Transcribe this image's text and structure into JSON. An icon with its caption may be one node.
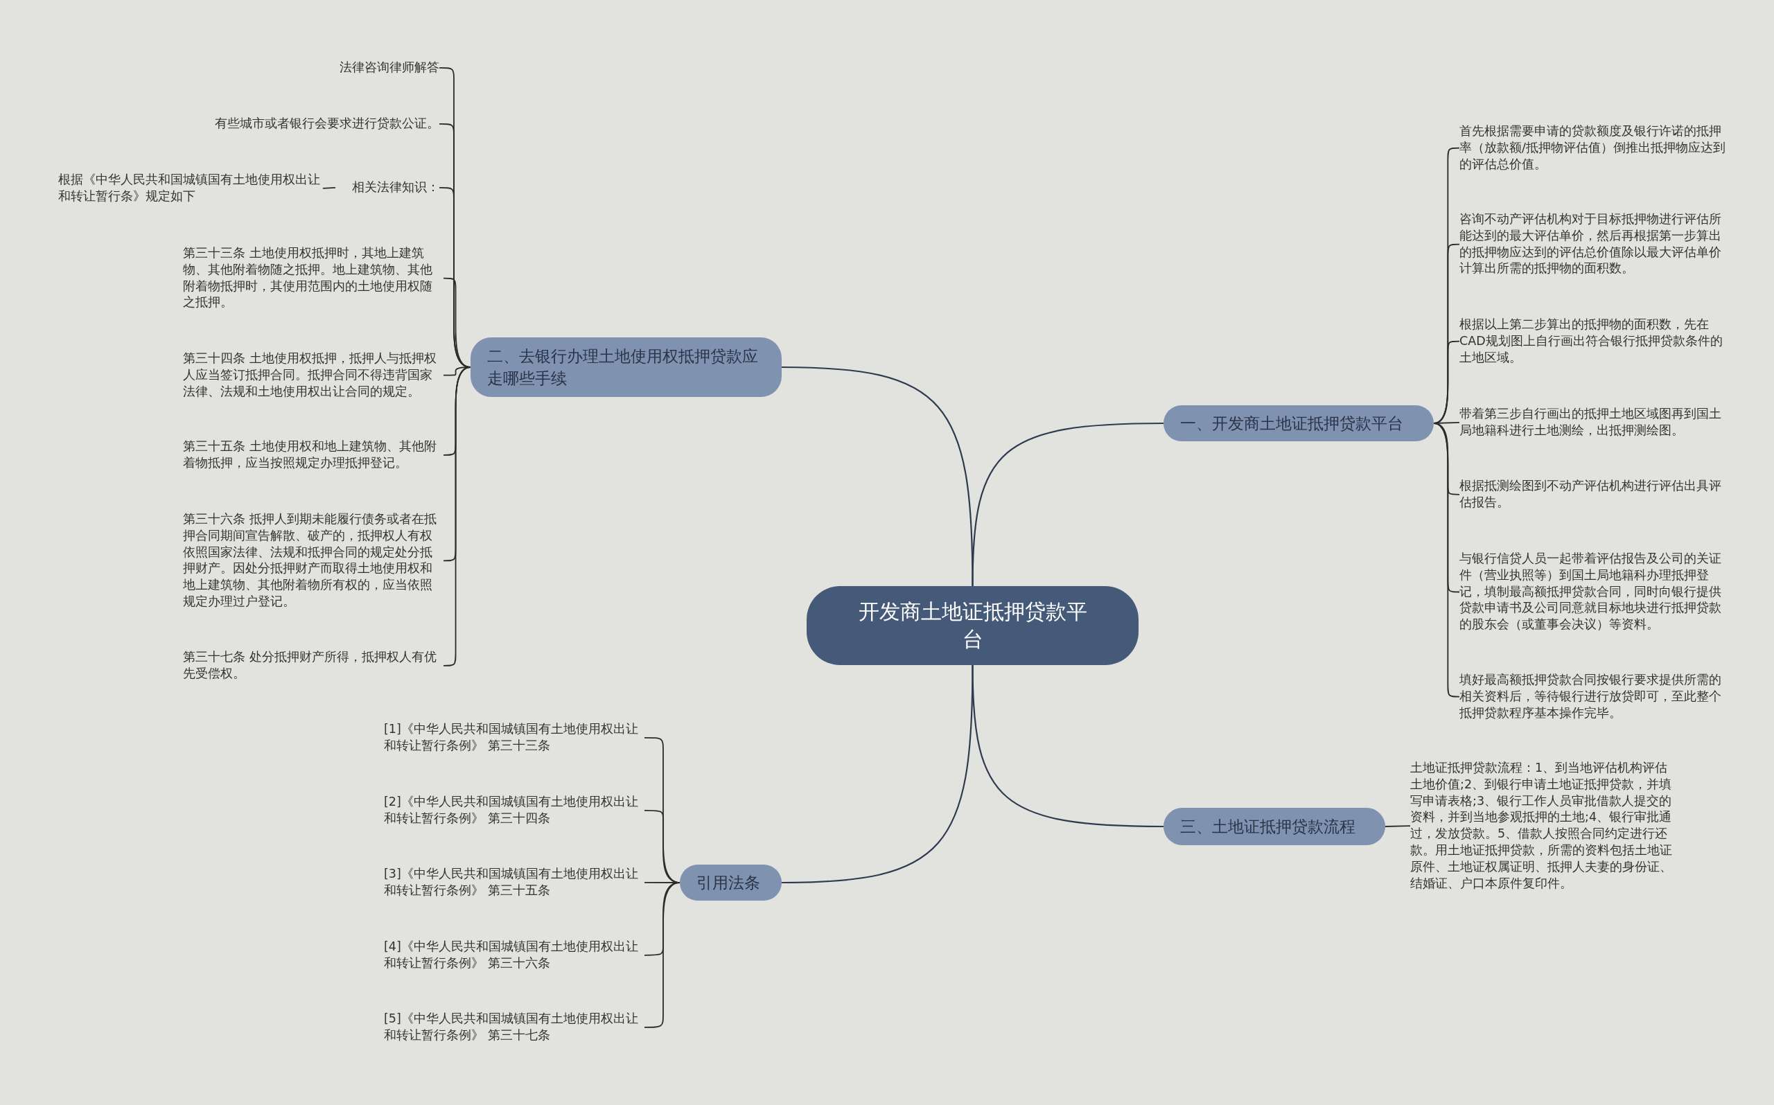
{
  "diagram": {
    "nodes": [
      {
        "text": [
          "开发商土地证抵押贷款平台"
        ]
      },
      {
        "text": [
          "一、开发商土地证抵押贷款平台"
        ]
      },
      {
        "text": [
          "首先根据需要申请的贷款额度及银行许诺的抵押率（放款额/抵押物评估值）倒推出抵押物应达到的评估总价值。"
        ]
      },
      {
        "text": [
          "咨询不动产评估机构对于目标抵押物进行评估所能达到的最大评估单价，然后再根据第一步算出的抵押物应达到的评估总价值除以最大评估单价计算出所需的抵押物的面积数。"
        ]
      },
      {
        "text": [
          "根据以上第二步算出的抵押物的面积数，先在CAD规划图上自行画出符合银行抵押贷款条件的土地区域。"
        ]
      },
      {
        "text": [
          "带着第三步自行画出的抵押土地区域图再到国土局地籍科进行土地测绘，出抵押测绘图。"
        ]
      },
      {
        "text": [
          "根据抵测绘图到不动产评估机构进行评估出具评估报告。"
        ]
      },
      {
        "text": [
          "与银行信贷人员一起带着评估报告及公司的关证件（营业执照等）到国土局地籍科办理抵押登记，填制最高额抵押贷款合同，同时向银行提供贷款申请书及公司同意就目标地块进行抵押贷款的股东会（或董事会决议）等资料。"
        ]
      },
      {
        "text": [
          "填好最高额抵押贷款合同按银行要求提供所需的相关资料后，等待银行进行放贷即可，至此整个抵押贷款程序基本操作完毕。"
        ]
      },
      {
        "text": [
          "二、去银行办理土地使用权抵押贷款应走哪些手续"
        ]
      },
      {
        "text": [
          "法律咨询律师解答"
        ]
      },
      {
        "text": [
          "有些城市或者银行会要求进行贷款公证。"
        ]
      },
      {
        "text": [
          "相关法律知识："
        ]
      },
      {
        "text": [
          "根据《中华人民共和国城镇国有土地使用权出让和转让暂行条》规定如下"
        ]
      },
      {
        "text": [
          "第三十三条 土地使用权抵押时，其地上建筑物、其他附着物随之抵押。地上建筑物、其他附着物抵押时，其使用范围内的土地使用权随之抵押。"
        ]
      },
      {
        "text": [
          "第三十四条 土地使用权抵押，抵押人与抵押权人应当签订抵押合同。抵押合同不得违背国家法律、法规和土地使用权出让合同的规定。"
        ]
      },
      {
        "text": [
          "第三十五条 土地使用权和地上建筑物、其他附着物抵押，应当按照规定办理抵押登记。"
        ]
      },
      {
        "text": [
          "第三十六条 抵押人到期未能履行债务或者在抵押合同期间宣告解散、破产的，抵押权人有权依照国家法律、法规和抵押合同的规定处分抵押财产。因处分抵押财产而取得土地使用权和地上建筑物、其他附着物所有权的，应当依照规定办理过户登记。"
        ]
      },
      {
        "text": [
          "第三十七条 处分抵押财产所得，抵押权人有优先受偿权。"
        ]
      },
      {
        "text": [
          "三、土地证抵押贷款流程"
        ]
      },
      {
        "text": [
          "土地证抵押贷款流程：1、到当地评估机构评估土地价值;2、到银行申请土地证抵押贷款，并填写申请表格;3、银行工作人员审批借款人提交的资料，并到当地参观抵押的土地;4、银行审批通过，发放贷款。5、借款人按照合同约定进行还款。用土地证抵押贷款，所需的资料包括土地证原件、土地证权属证明、抵押人夫妻的身份证、结婚证、户口本原件复印件。"
        ]
      },
      {
        "text": [
          "引用法条"
        ]
      },
      {
        "text": [
          "[1]《中华人民共和国城镇国有土地使用权出让和转让暂行条例》 第三十三条"
        ]
      },
      {
        "text": [
          "[2]《中华人民共和国城镇国有土地使用权出让和转让暂行条例》 第三十四条"
        ]
      },
      {
        "text": [
          "[3]《中华人民共和国城镇国有土地使用权出让和转让暂行条例》 第三十五条"
        ]
      },
      {
        "text": [
          "[4]《中华人民共和国城镇国有土地使用权出让和转让暂行条例》 第三十六条"
        ]
      },
      {
        "text": [
          "[5]《中华人民共和国城镇国有土地使用权出让和转让暂行条例》 第三十七条"
        ]
      }
    ],
    "edges": [
      {
        "from": 0,
        "to": 1,
        "arrow": "none"
      },
      {
        "from": 1,
        "to": 2,
        "arrow": "none"
      },
      {
        "from": 1,
        "to": 3,
        "arrow": "none"
      },
      {
        "from": 1,
        "to": 4,
        "arrow": "none"
      },
      {
        "from": 1,
        "to": 5,
        "arrow": "none"
      },
      {
        "from": 1,
        "to": 6,
        "arrow": "none"
      },
      {
        "from": 1,
        "to": 7,
        "arrow": "none"
      },
      {
        "from": 1,
        "to": 8,
        "arrow": "none"
      },
      {
        "from": 0,
        "to": 9,
        "arrow": "none"
      },
      {
        "from": 9,
        "to": 10,
        "arrow": "none"
      },
      {
        "from": 9,
        "to": 11,
        "arrow": "none"
      },
      {
        "from": 9,
        "to": 12,
        "arrow": "none"
      },
      {
        "from": 12,
        "to": 13,
        "arrow": "none"
      },
      {
        "from": 9,
        "to": 14,
        "arrow": "none"
      },
      {
        "from": 9,
        "to": 15,
        "arrow": "none"
      },
      {
        "from": 9,
        "to": 16,
        "arrow": "none"
      },
      {
        "from": 9,
        "to": 17,
        "arrow": "none"
      },
      {
        "from": 9,
        "to": 18,
        "arrow": "none"
      },
      {
        "from": 0,
        "to": 19,
        "arrow": "none"
      },
      {
        "from": 19,
        "to": 20,
        "arrow": "none"
      },
      {
        "from": 0,
        "to": 21,
        "arrow": "none"
      },
      {
        "from": 21,
        "to": 22,
        "arrow": "none"
      },
      {
        "from": 21,
        "to": 23,
        "arrow": "none"
      },
      {
        "from": 21,
        "to": 24,
        "arrow": "none"
      },
      {
        "from": 21,
        "to": 25,
        "arrow": "none"
      },
      {
        "from": 21,
        "to": 26,
        "arrow": "none"
      }
    ]
  }
}
